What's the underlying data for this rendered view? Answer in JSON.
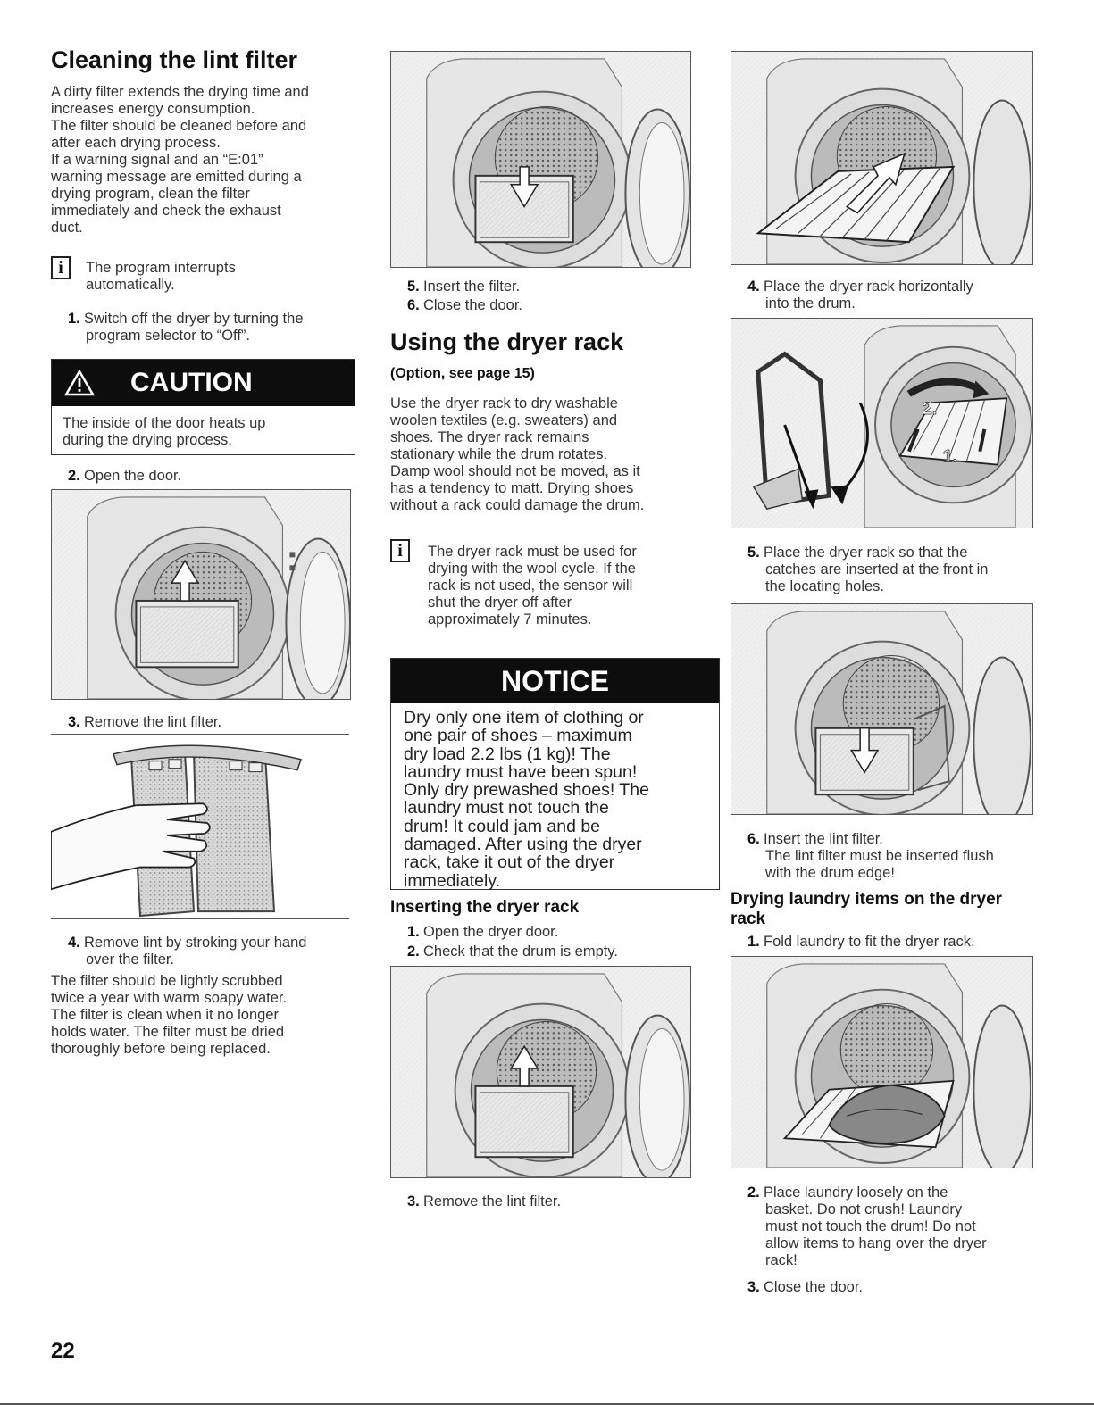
{
  "left": {
    "title": "Cleaning the lint filter",
    "intro": [
      "A dirty filter extends the drying time and",
      "increases energy consumption.",
      "The filter should be cleaned before and",
      "after each drying process.",
      "If a warning signal and an “E:01”",
      "warning message are emitted during a",
      "drying program, clean the filter",
      "immediately and check the exhaust",
      "duct."
    ],
    "info_letter": "i",
    "info_lines": [
      "The program interrupts",
      "automatically."
    ],
    "step1_num": "1.",
    "step1_lines": [
      "Switch off the dryer by turning the",
      "program selector to “Off”."
    ],
    "caution_title": "CAUTION",
    "caution_lines": [
      "The inside of the door heats up",
      "during the drying process."
    ],
    "step2_num": "2.",
    "step2": "Open the door.",
    "step3_num": "3.",
    "step3": "Remove the lint filter.",
    "step4_num": "4.",
    "step4_lines": [
      "Remove lint by stroking your hand",
      "over the filter."
    ],
    "after_lines": [
      "The filter should be lightly scrubbed",
      "twice a year with warm soapy water.",
      "The filter is clean when it no longer",
      "holds water. The filter must be dried",
      "thoroughly before being replaced."
    ]
  },
  "middle": {
    "step5_num": "5.",
    "step5": "Insert the filter.",
    "step6_num": "6.",
    "step6": "Close the door.",
    "title": "Using the dryer rack",
    "option": "(Option, see page 15)",
    "intro": [
      "Use the dryer rack to dry washable",
      "woolen textiles (e.g. sweaters) and",
      "shoes. The dryer rack remains",
      "stationary while the drum rotates.",
      "Damp wool should not be moved, as it",
      "has a tendency to matt. Drying shoes",
      "without a rack could damage the drum."
    ],
    "info_letter": "i",
    "info_lines": [
      "The dryer rack must be used for",
      "drying with the wool cycle.  If the",
      "rack is not used, the sensor will",
      "shut the dryer off after",
      "approximately 7 minutes."
    ],
    "notice_title": "NOTICE",
    "notice_lines": [
      "Dry only one item of clothing or",
      "one pair of shoes – maximum",
      "dry load  2.2 lbs (1 kg)! The",
      "laundry must have been spun!",
      "Only dry prewashed shoes! The",
      "laundry must not touch the",
      "drum! It could jam and be",
      "damaged. After using the dryer",
      "rack, take it out of the dryer",
      "immediately."
    ],
    "sub_title": "Inserting the dryer rack",
    "ins1_num": "1.",
    "ins1": "Open the dryer door.",
    "ins2_num": "2.",
    "ins2": "Check that the drum is empty.",
    "ins3_num": "3.",
    "ins3": "Remove the lint filter."
  },
  "right": {
    "step4_num": "4.",
    "step4_lines": [
      "Place the dryer rack horizontally",
      "into the drum."
    ],
    "callout_1": "1.",
    "callout_2": "2.",
    "step5_num": "5.",
    "step5_lines": [
      "Place the dryer rack so that the",
      "catches are inserted at the front in",
      "the locating holes."
    ],
    "step6_num": "6.",
    "step6_lines": [
      "Insert the lint filter.",
      "The lint filter must be inserted flush",
      "with the drum edge!"
    ],
    "sub_title_lines": [
      "Drying laundry items on the dryer",
      "rack"
    ],
    "dry1_num": "1.",
    "dry1": "Fold laundry to fit the dryer rack.",
    "dry2_num": "2.",
    "dry2_lines": [
      "Place laundry loosely on the",
      "basket. Do not crush! Laundry",
      "must not touch the drum! Do not",
      "allow items to hang over the dryer",
      "rack!"
    ],
    "dry3_num": "3.",
    "dry3": "Close the door."
  },
  "page_number": "22"
}
